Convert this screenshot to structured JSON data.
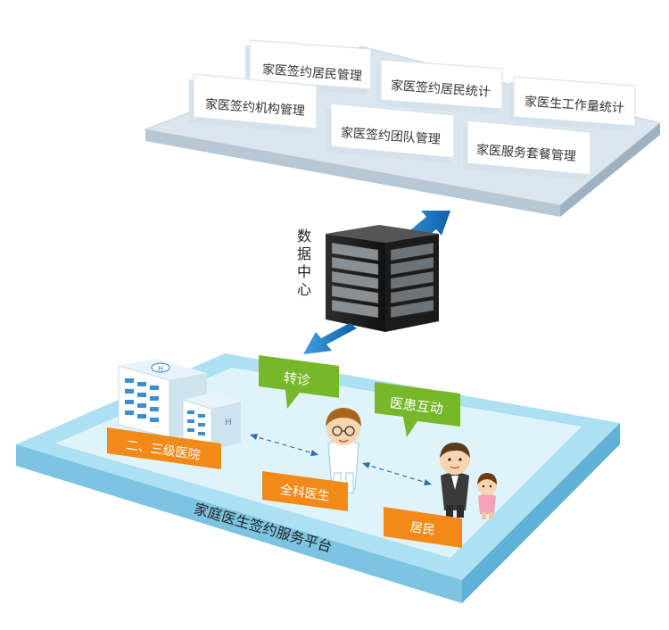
{
  "top_modules": [
    "家医签约居民管理",
    "家医签约居民统计",
    "家医生工作量统计",
    "家医签约机构管理",
    "家医签约团队管理",
    "家医服务套餐管理"
  ],
  "data_center_label": [
    "数",
    "据",
    "中",
    "心"
  ],
  "bubbles": {
    "referral": "转诊",
    "interaction": "医患互动"
  },
  "roles": {
    "hospital": "二、三级医院",
    "gp": "全科医生",
    "resident": "居民"
  },
  "platform_title": "家庭医生签约服务平台",
  "colors": {
    "orange": "#f28a1a",
    "green": "#76b82a",
    "platform_blue": "#a9dbef",
    "arrow_blue": "#1f7fc4"
  }
}
